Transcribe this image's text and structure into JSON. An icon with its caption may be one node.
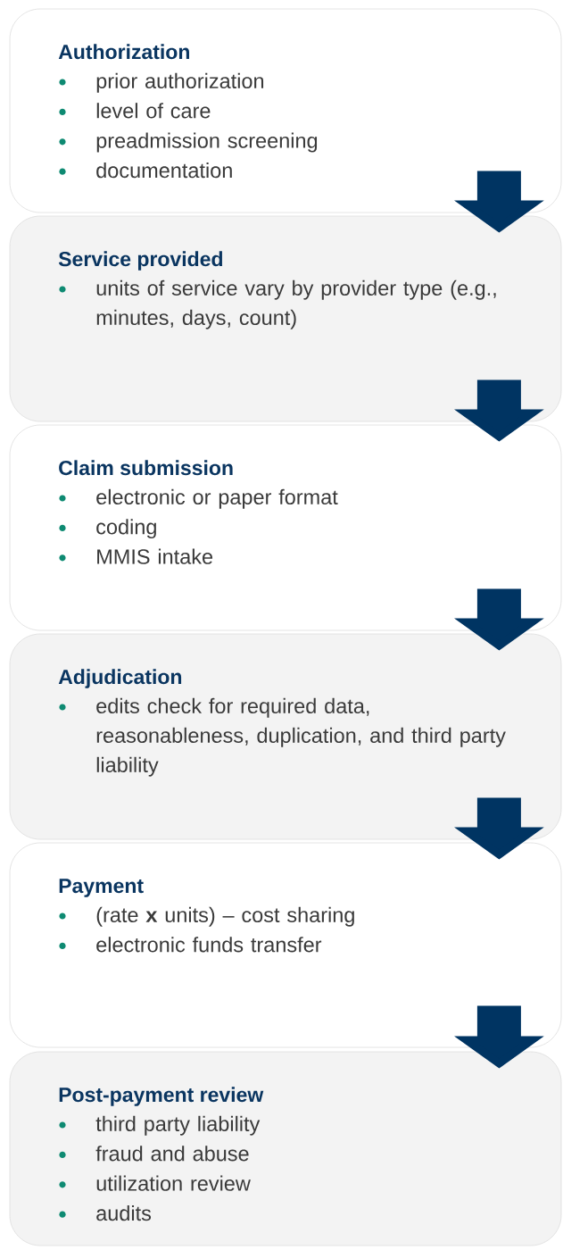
{
  "diagram": {
    "nodes": [
      {
        "text": [
          "Authorization",
          "prior authorization",
          "level of care",
          "preadmission screening",
          "documentation"
        ]
      },
      {
        "text": [
          "Service provided",
          "units of service vary by provider type (e.g., minutes, days, count)"
        ]
      },
      {
        "text": [
          "Claim submission",
          "electronic or paper format",
          "coding",
          "MMIS intake"
        ]
      },
      {
        "text": [
          "Adjudication",
          "edits check for required data, reasonableness, duplication, and third party liability"
        ]
      },
      {
        "text": [
          "Payment",
          "(rate **x** units) – cost sharing",
          "electronic funds transfer"
        ]
      },
      {
        "text": [
          "Post-payment review",
          "third party liability",
          "fraud and abuse",
          "utilization review",
          "audits"
        ]
      }
    ],
    "edges": [
      {
        "from": 0,
        "to": 1,
        "arrow": "to"
      },
      {
        "from": 1,
        "to": 2,
        "arrow": "to"
      },
      {
        "from": 2,
        "to": 3,
        "arrow": "to"
      },
      {
        "from": 3,
        "to": 4,
        "arrow": "to"
      },
      {
        "from": 4,
        "to": 5,
        "arrow": "to"
      }
    ]
  }
}
